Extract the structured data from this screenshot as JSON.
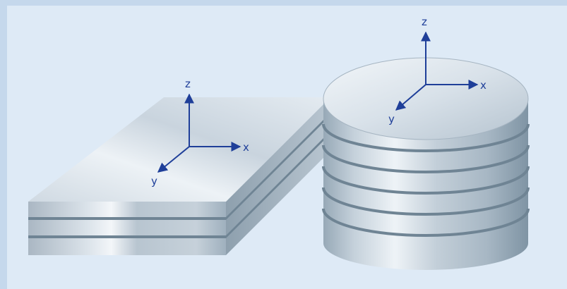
{
  "colors": {
    "background": "#deeaf6",
    "frame": "#c5d8ec",
    "axis": "#1f3f99",
    "metal_light": "#eef3f8",
    "metal_mid": "#b4c3d0",
    "metal_dark": "#6f8494"
  },
  "plate": {
    "axes": {
      "x_label": "x",
      "y_label": "y",
      "z_label": "z"
    },
    "layers": 3
  },
  "cylinder": {
    "axes": {
      "x_label": "x",
      "y_label": "y",
      "z_label": "z"
    },
    "layers": 6
  }
}
